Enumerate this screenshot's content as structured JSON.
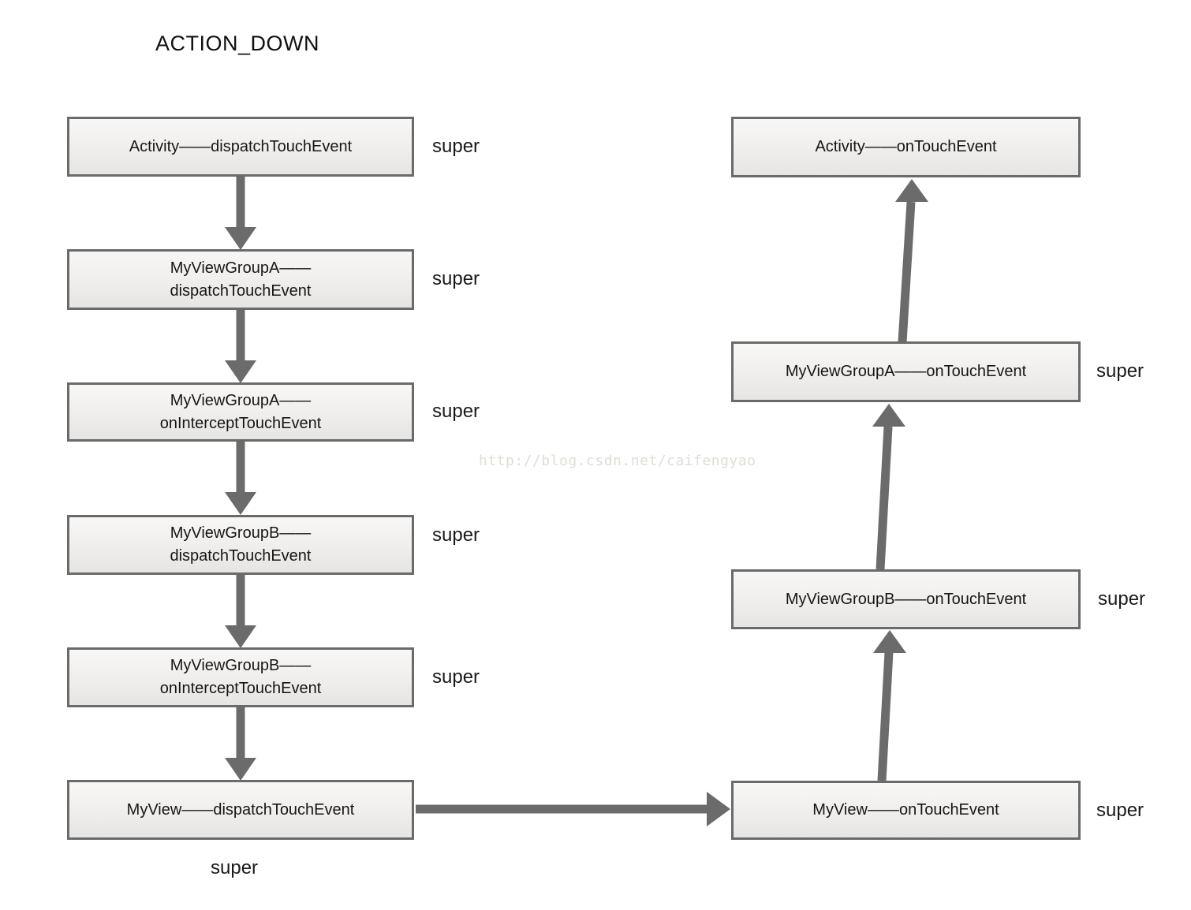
{
  "title": "ACTION_DOWN",
  "watermark": "http://blog.csdn.net/caifengyao",
  "labels": {
    "super": "super"
  },
  "colors": {
    "arrow": "#6b6b6b",
    "box_border": "#6a6a6a",
    "box_fill_top": "#f8f7f6",
    "box_fill_bottom": "#e6e5e3",
    "text": "#161616",
    "watermark": "#e0ddd5"
  },
  "left_column": [
    {
      "name": "activity-dispatchTouchEvent",
      "lines": [
        "Activity——dispatchTouchEvent"
      ],
      "super_position": "right"
    },
    {
      "name": "myviewgroupa-dispatchTouchEvent",
      "lines": [
        "MyViewGroupA——",
        "dispatchTouchEvent"
      ],
      "super_position": "right"
    },
    {
      "name": "myviewgroupa-onInterceptTouchEvent",
      "lines": [
        "MyViewGroupA——",
        "onInterceptTouchEvent"
      ],
      "super_position": "right"
    },
    {
      "name": "myviewgroupb-dispatchTouchEvent",
      "lines": [
        "MyViewGroupB——",
        "dispatchTouchEvent"
      ],
      "super_position": "right"
    },
    {
      "name": "myviewgroupb-onInterceptTouchEvent",
      "lines": [
        "MyViewGroupB——",
        "onInterceptTouchEvent"
      ],
      "super_position": "right"
    },
    {
      "name": "myview-dispatchTouchEvent",
      "lines": [
        "MyView——dispatchTouchEvent"
      ],
      "super_position": "below"
    }
  ],
  "right_column": [
    {
      "name": "activity-onTouchEvent",
      "lines": [
        "Activity——onTouchEvent"
      ],
      "super_position": "none"
    },
    {
      "name": "myviewgroupa-onTouchEvent",
      "lines": [
        "MyViewGroupA——onTouchEvent"
      ],
      "super_position": "right"
    },
    {
      "name": "myviewgroupb-onTouchEvent",
      "lines": [
        "MyViewGroupB——onTouchEvent"
      ],
      "super_position": "right"
    },
    {
      "name": "myview-onTouchEvent",
      "lines": [
        "MyView——onTouchEvent"
      ],
      "super_position": "right"
    }
  ]
}
